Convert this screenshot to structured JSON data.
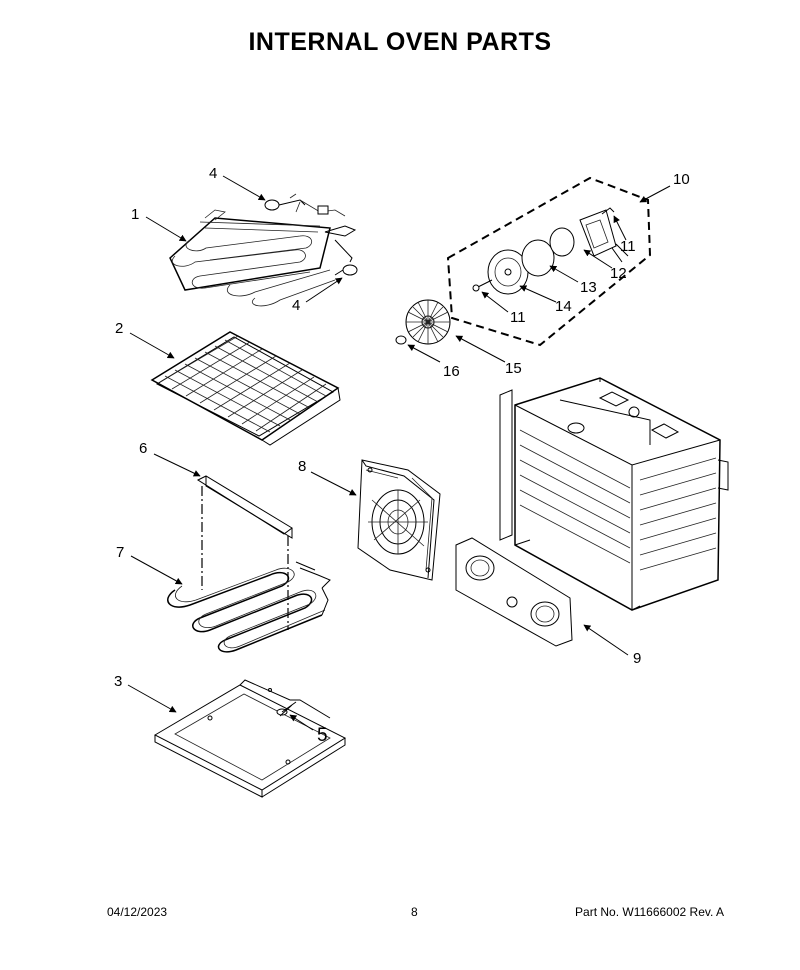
{
  "title": "INTERNAL OVEN PARTS",
  "footer": {
    "date": "04/12/2023",
    "page": "8",
    "part": "Part No.  W11666002  Rev.  A"
  },
  "callouts": {
    "c1": "1",
    "c2": "2",
    "c3": "3",
    "c4a": "4",
    "c4b": "4",
    "c5": "5",
    "c6": "6",
    "c7": "7",
    "c8": "8",
    "c9": "9",
    "c10": "10",
    "c11a": "11",
    "c11b": "11",
    "c12": "12",
    "c13": "13",
    "c14": "14",
    "c15": "15",
    "c16": "16"
  }
}
